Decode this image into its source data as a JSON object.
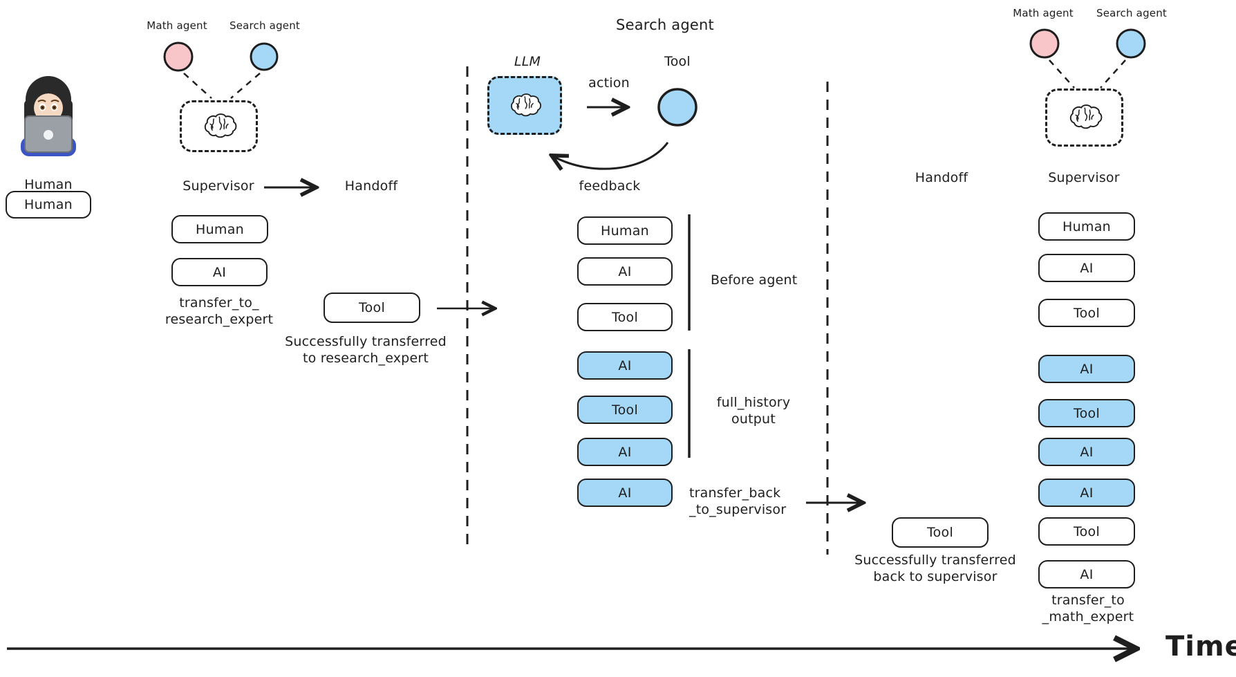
{
  "palette": {
    "ink": "#1e1e1e",
    "agent_blue": "#a5d8f7",
    "agent_pink": "#f8c6c9"
  },
  "left": {
    "human_label": "Human",
    "human_box": "Human",
    "person_icon": "woman-technologist-emoji"
  },
  "supervisor_left": {
    "math_agent_label": "Math agent",
    "search_agent_label": "Search agent",
    "supervisor_label": "Supervisor",
    "handoff_label": "Handoff",
    "brain_icon": "brain-icon",
    "boxes": [
      {
        "label": "Human",
        "variant": "white"
      },
      {
        "label": "AI",
        "variant": "white"
      }
    ],
    "caption_line1": "transfer_to_",
    "caption_line2": "research_expert"
  },
  "handoff_left": {
    "tool_box": "Tool",
    "caption_line1": "Successfully transferred",
    "caption_line2": "to research_expert"
  },
  "search_agent_panel": {
    "title": "Search agent",
    "llm_label": "LLM",
    "action_label": "action",
    "tool_label": "Tool",
    "feedback_label": "feedback",
    "stack": [
      {
        "label": "Human",
        "variant": "white"
      },
      {
        "label": "AI",
        "variant": "white"
      },
      {
        "label": "Tool",
        "variant": "white"
      },
      {
        "label": "AI",
        "variant": "blue"
      },
      {
        "label": "Tool",
        "variant": "blue"
      },
      {
        "label": "AI",
        "variant": "blue"
      },
      {
        "label": "AI",
        "variant": "blue"
      }
    ],
    "before_agent_label": "Before agent",
    "full_history_line1": "full_history",
    "full_history_line2": "output",
    "transfer_back_line1": "transfer_back",
    "transfer_back_line2": "_to_supervisor"
  },
  "handoff_right": {
    "handoff_label": "Handoff",
    "tool_box": "Tool",
    "caption_line1": "Successfully transferred",
    "caption_line2": "back to supervisor"
  },
  "supervisor_right": {
    "math_agent_label": "Math agent",
    "search_agent_label": "Search agent",
    "supervisor_label": "Supervisor",
    "brain_icon": "brain-icon",
    "stack": [
      {
        "label": "Human",
        "variant": "white"
      },
      {
        "label": "AI",
        "variant": "white"
      },
      {
        "label": "Tool",
        "variant": "white"
      },
      {
        "label": "AI",
        "variant": "blue"
      },
      {
        "label": "Tool",
        "variant": "blue"
      },
      {
        "label": "AI",
        "variant": "blue"
      },
      {
        "label": "AI",
        "variant": "blue"
      },
      {
        "label": "Tool",
        "variant": "white"
      },
      {
        "label": "AI",
        "variant": "white"
      }
    ],
    "caption_line1": "transfer_to",
    "caption_line2": "_math_expert"
  },
  "time_axis": {
    "label": "Time"
  }
}
